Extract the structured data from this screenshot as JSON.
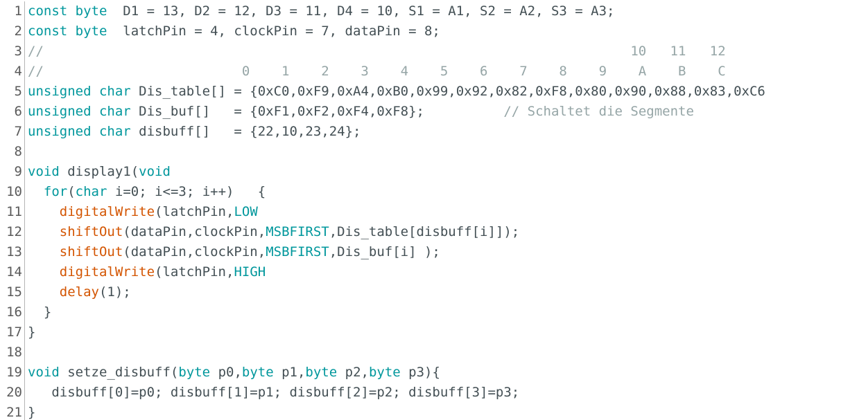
{
  "editor": {
    "lines": [
      {
        "num": "1",
        "segs": [
          [
            "kw",
            "const byte"
          ],
          [
            "",
            "  D1 = 13, D2 = 12, D3 = 11, D4 = 10, S1 = A1, S2 = A2, S3 = A3;"
          ]
        ]
      },
      {
        "num": "2",
        "segs": [
          [
            "kw",
            "const byte"
          ],
          [
            "",
            "  latchPin = 4, clockPin = 7, dataPin = 8;"
          ]
        ]
      },
      {
        "num": "3",
        "segs": [
          [
            "cmt",
            "//                                                                          10   11   12"
          ]
        ]
      },
      {
        "num": "4",
        "segs": [
          [
            "cmt",
            "//                         0    1    2    3    4    5    6    7    8    9    A    B    C"
          ]
        ]
      },
      {
        "num": "5",
        "segs": [
          [
            "ty",
            "unsigned char"
          ],
          [
            "",
            " Dis_table[] = {0xC0,0xF9,0xA4,0xB0,0x99,0x92,0x82,0xF8,0x80,0x90,0x88,0x83,0xC6"
          ]
        ]
      },
      {
        "num": "6",
        "segs": [
          [
            "ty",
            "unsigned char"
          ],
          [
            "",
            " Dis_buf[]   = {0xF1,0xF2,0xF4,0xF8};          "
          ],
          [
            "cmt",
            "// Schaltet die Segmente"
          ]
        ]
      },
      {
        "num": "7",
        "segs": [
          [
            "ty",
            "unsigned char"
          ],
          [
            "",
            " disbuff[]   = {22,10,23,24};"
          ]
        ]
      },
      {
        "num": "8",
        "segs": [
          [
            "",
            ""
          ]
        ]
      },
      {
        "num": "9",
        "segs": [
          [
            "kw",
            "void"
          ],
          [
            "",
            " display1("
          ],
          [
            "kw",
            "void"
          ],
          [
            ") {"
          ]
        ]
      },
      {
        "num": "10",
        "segs": [
          [
            "",
            "  "
          ],
          [
            "kw",
            "for"
          ],
          [
            "",
            "("
          ],
          [
            "ty",
            "char"
          ],
          [
            "",
            " i=0; i<=3; i++)   {"
          ]
        ]
      },
      {
        "num": "11",
        "segs": [
          [
            "",
            "    "
          ],
          [
            "fn",
            "digitalWrite"
          ],
          [
            "",
            "(latchPin,"
          ],
          [
            "const",
            "LOW"
          ],
          [
            ");"
          ]
        ]
      },
      {
        "num": "12",
        "segs": [
          [
            "",
            "    "
          ],
          [
            "fn",
            "shiftOut"
          ],
          [
            "",
            "(dataPin,clockPin,"
          ],
          [
            "const",
            "MSBFIRST"
          ],
          [
            "",
            ",Dis_table[disbuff[i]]);"
          ]
        ]
      },
      {
        "num": "13",
        "segs": [
          [
            "",
            "    "
          ],
          [
            "fn",
            "shiftOut"
          ],
          [
            "",
            "(dataPin,clockPin,"
          ],
          [
            "const",
            "MSBFIRST"
          ],
          [
            "",
            ",Dis_buf[i] );"
          ]
        ]
      },
      {
        "num": "14",
        "segs": [
          [
            "",
            "    "
          ],
          [
            "fn",
            "digitalWrite"
          ],
          [
            "",
            "(latchPin,"
          ],
          [
            "const",
            "HIGH"
          ],
          [
            ");"
          ]
        ]
      },
      {
        "num": "15",
        "segs": [
          [
            "",
            "    "
          ],
          [
            "fn",
            "delay"
          ],
          [
            "",
            "(1);"
          ]
        ]
      },
      {
        "num": "16",
        "segs": [
          [
            "",
            "  }"
          ]
        ]
      },
      {
        "num": "17",
        "segs": [
          [
            "",
            "}"
          ]
        ]
      },
      {
        "num": "18",
        "segs": [
          [
            "",
            ""
          ]
        ]
      },
      {
        "num": "19",
        "segs": [
          [
            "kw",
            "void"
          ],
          [
            "",
            " setze_disbuff("
          ],
          [
            "ty",
            "byte"
          ],
          [
            "",
            " p0,"
          ],
          [
            "ty",
            "byte"
          ],
          [
            "",
            " p1,"
          ],
          [
            "ty",
            "byte"
          ],
          [
            "",
            " p2,"
          ],
          [
            "ty",
            "byte"
          ],
          [
            "",
            " p3){"
          ]
        ]
      },
      {
        "num": "20",
        "segs": [
          [
            "",
            "   disbuff[0]=p0; disbuff[1]=p1; disbuff[2]=p2; disbuff[3]=p3;"
          ]
        ]
      },
      {
        "num": "21",
        "segs": [
          [
            "",
            "}"
          ]
        ]
      }
    ]
  }
}
